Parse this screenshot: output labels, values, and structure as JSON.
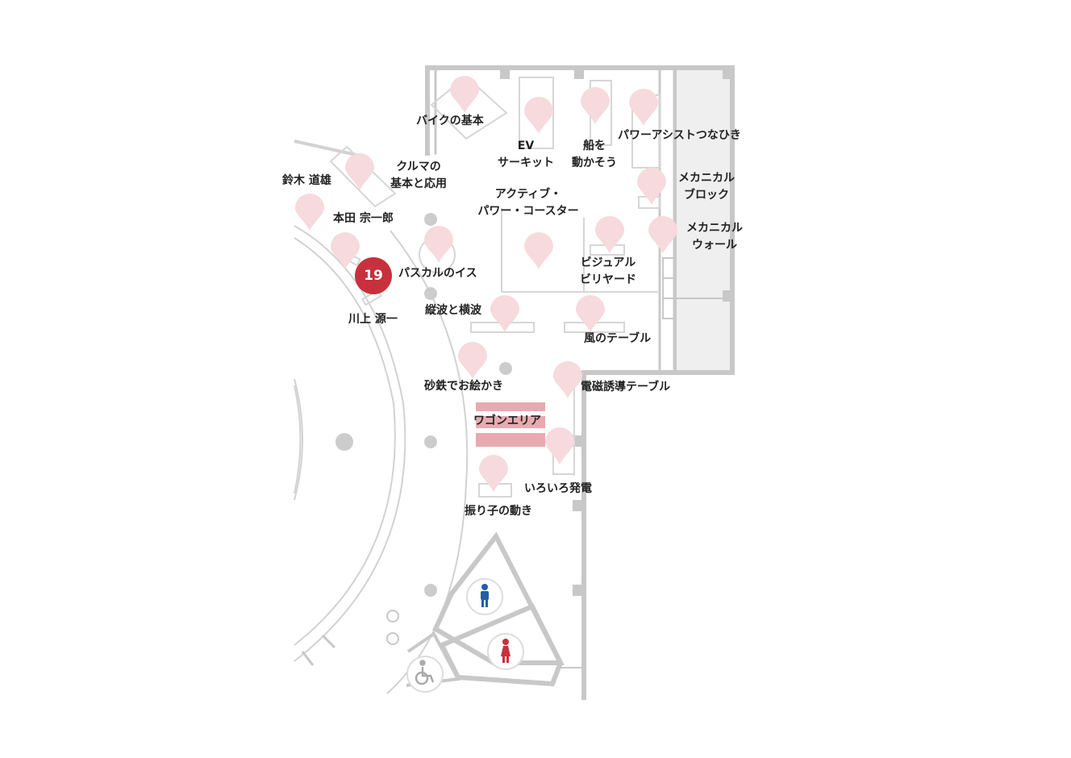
{
  "active_marker": {
    "number": "19",
    "label": "パスカルのイス"
  },
  "exhibits": [
    {
      "id": "bike-basics",
      "lines": [
        "バイクの基本"
      ]
    },
    {
      "id": "ev-circuit",
      "lines": [
        "EV",
        "サーキット"
      ]
    },
    {
      "id": "move-boat",
      "lines": [
        "船を",
        "動かそう"
      ]
    },
    {
      "id": "power-assist-tug",
      "lines": [
        "パワーアシストつなひき"
      ]
    },
    {
      "id": "car-basics",
      "lines": [
        "クルマの",
        "基本と応用"
      ]
    },
    {
      "id": "suzuki-michio",
      "lines": [
        "鈴木 道雄"
      ]
    },
    {
      "id": "mechanical-block",
      "lines": [
        "メカニカル",
        "ブロック"
      ]
    },
    {
      "id": "active-coaster",
      "lines": [
        "アクティブ・",
        "パワー・コースター"
      ]
    },
    {
      "id": "honda-soichiro",
      "lines": [
        "本田 宗一郎"
      ]
    },
    {
      "id": "mechanical-wall",
      "lines": [
        "メカニカル",
        "ウォール"
      ]
    },
    {
      "id": "visual-billiards",
      "lines": [
        "ビジュアル",
        "ビリヤード"
      ]
    },
    {
      "id": "kawakami-genichi",
      "lines": [
        "川上 源一"
      ]
    },
    {
      "id": "longitudinal-waves",
      "lines": [
        "縦波と横波"
      ]
    },
    {
      "id": "wind-table",
      "lines": [
        "風のテーブル"
      ]
    },
    {
      "id": "iron-sand-drawing",
      "lines": [
        "砂鉄でお絵かき"
      ]
    },
    {
      "id": "induction-table",
      "lines": [
        "電磁誘導テーブル"
      ]
    },
    {
      "id": "wagon-area",
      "lines": [
        "ワゴンエリア"
      ]
    },
    {
      "id": "power-generation",
      "lines": [
        "いろいろ発電"
      ]
    },
    {
      "id": "pendulum",
      "lines": [
        "振り子の動き"
      ]
    }
  ],
  "facilities": [
    {
      "id": "mens-restroom",
      "icon": "male-restroom-icon",
      "color": "#1f5fa8"
    },
    {
      "id": "womens-restroom",
      "icon": "female-restroom-icon",
      "color": "#c8303c"
    },
    {
      "id": "accessible-restroom",
      "icon": "wheelchair-icon",
      "color": "#aaaaaa"
    }
  ],
  "colors": {
    "wall": "#c8c8c8",
    "pin": "#f6dadd",
    "active_pin": "#c8303c",
    "wagon_area": "#e8aab0",
    "column": "#cccccc",
    "storage_area": "#efefef"
  }
}
